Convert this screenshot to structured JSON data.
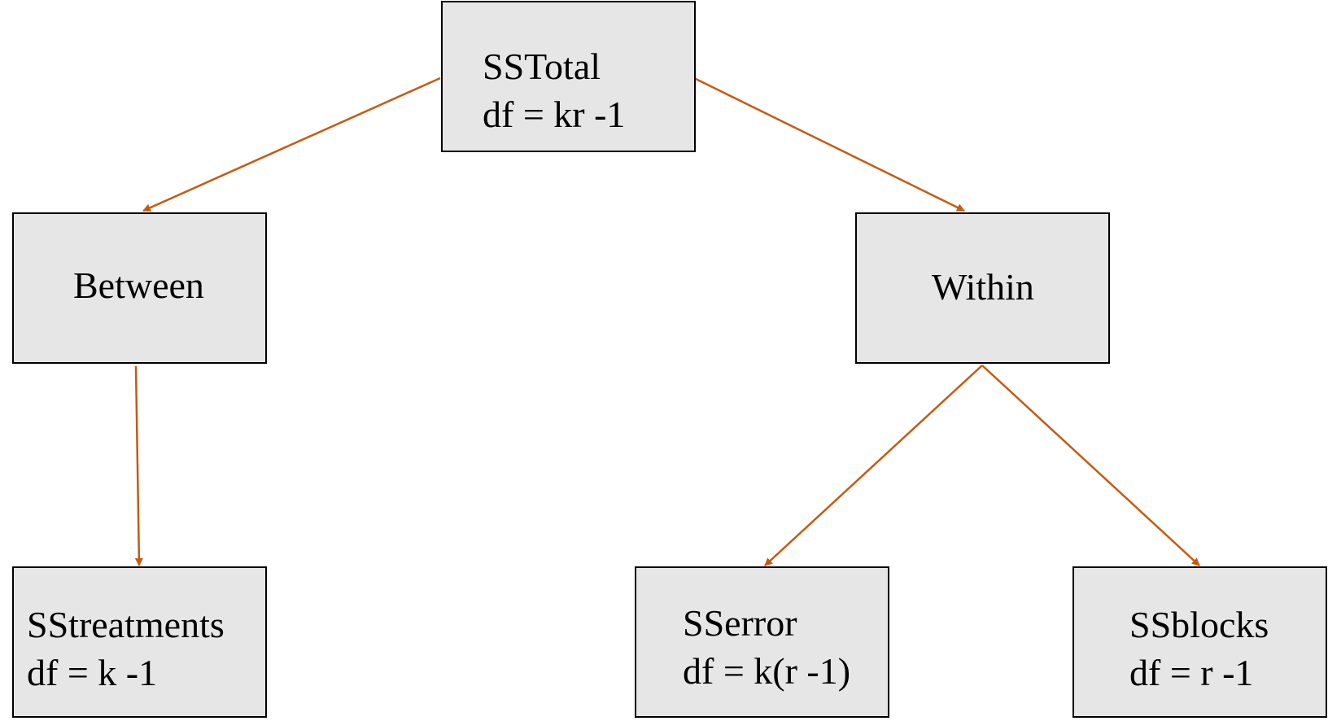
{
  "diagram": {
    "arrow_color": "#c55a11",
    "box_fill": "#e6e6e6",
    "nodes": {
      "total": {
        "line1": "SSTotal",
        "line2": "df = kr -1"
      },
      "between": {
        "line1": "Between"
      },
      "within": {
        "line1": "Within"
      },
      "treatments": {
        "line1": "SStreatments",
        "line2": "df = k -1"
      },
      "error": {
        "line1": "SSerror",
        "line2": "df = k(r -1)"
      },
      "blocks": {
        "line1": "SSblocks",
        "line2": "df = r -1"
      }
    },
    "edges": [
      {
        "from": "total",
        "to": "between"
      },
      {
        "from": "total",
        "to": "within"
      },
      {
        "from": "between",
        "to": "treatments"
      },
      {
        "from": "within",
        "to": "error"
      },
      {
        "from": "within",
        "to": "blocks"
      }
    ]
  }
}
